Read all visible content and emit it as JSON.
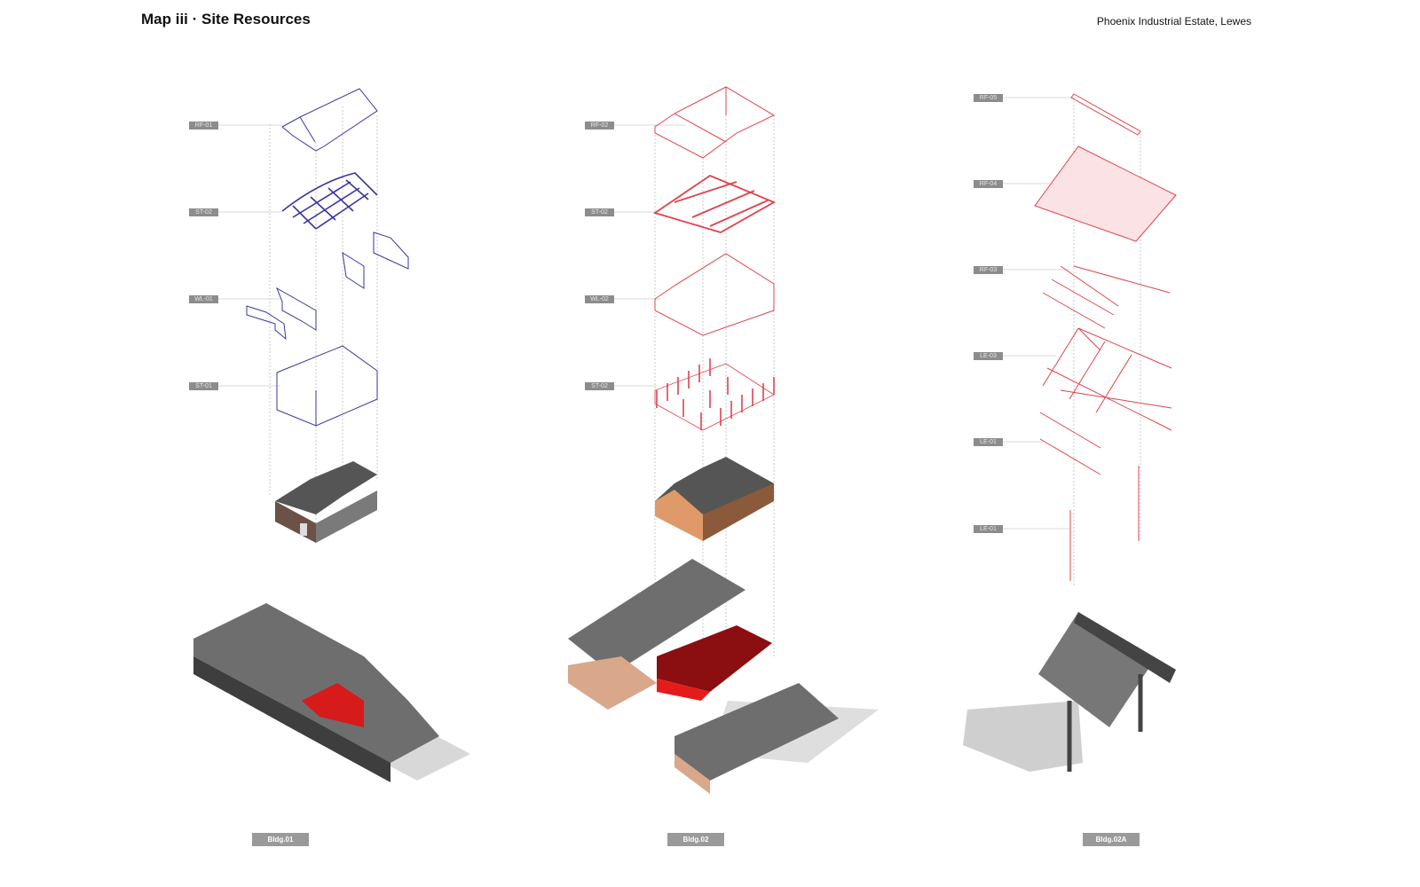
{
  "header": {
    "title": "Map iii · Site Resources",
    "location": "Phoenix Industrial Estate, Lewes"
  },
  "columns": [
    {
      "building": "Bldg.01",
      "color": "#3a35a0",
      "tags": [
        "RF-01",
        "ST-02",
        "WL-01",
        "ST-01"
      ]
    },
    {
      "building": "Bldg.02",
      "color": "#e0434b",
      "tags": [
        "RF-02",
        "ST-02",
        "WL-02",
        "ST-02"
      ]
    },
    {
      "building": "Bldg.02A",
      "color": "#e0434b",
      "tags": [
        "RF-05",
        "RF-04",
        "RF-03",
        "LE-03",
        "LE-01",
        "LE-01"
      ]
    }
  ]
}
